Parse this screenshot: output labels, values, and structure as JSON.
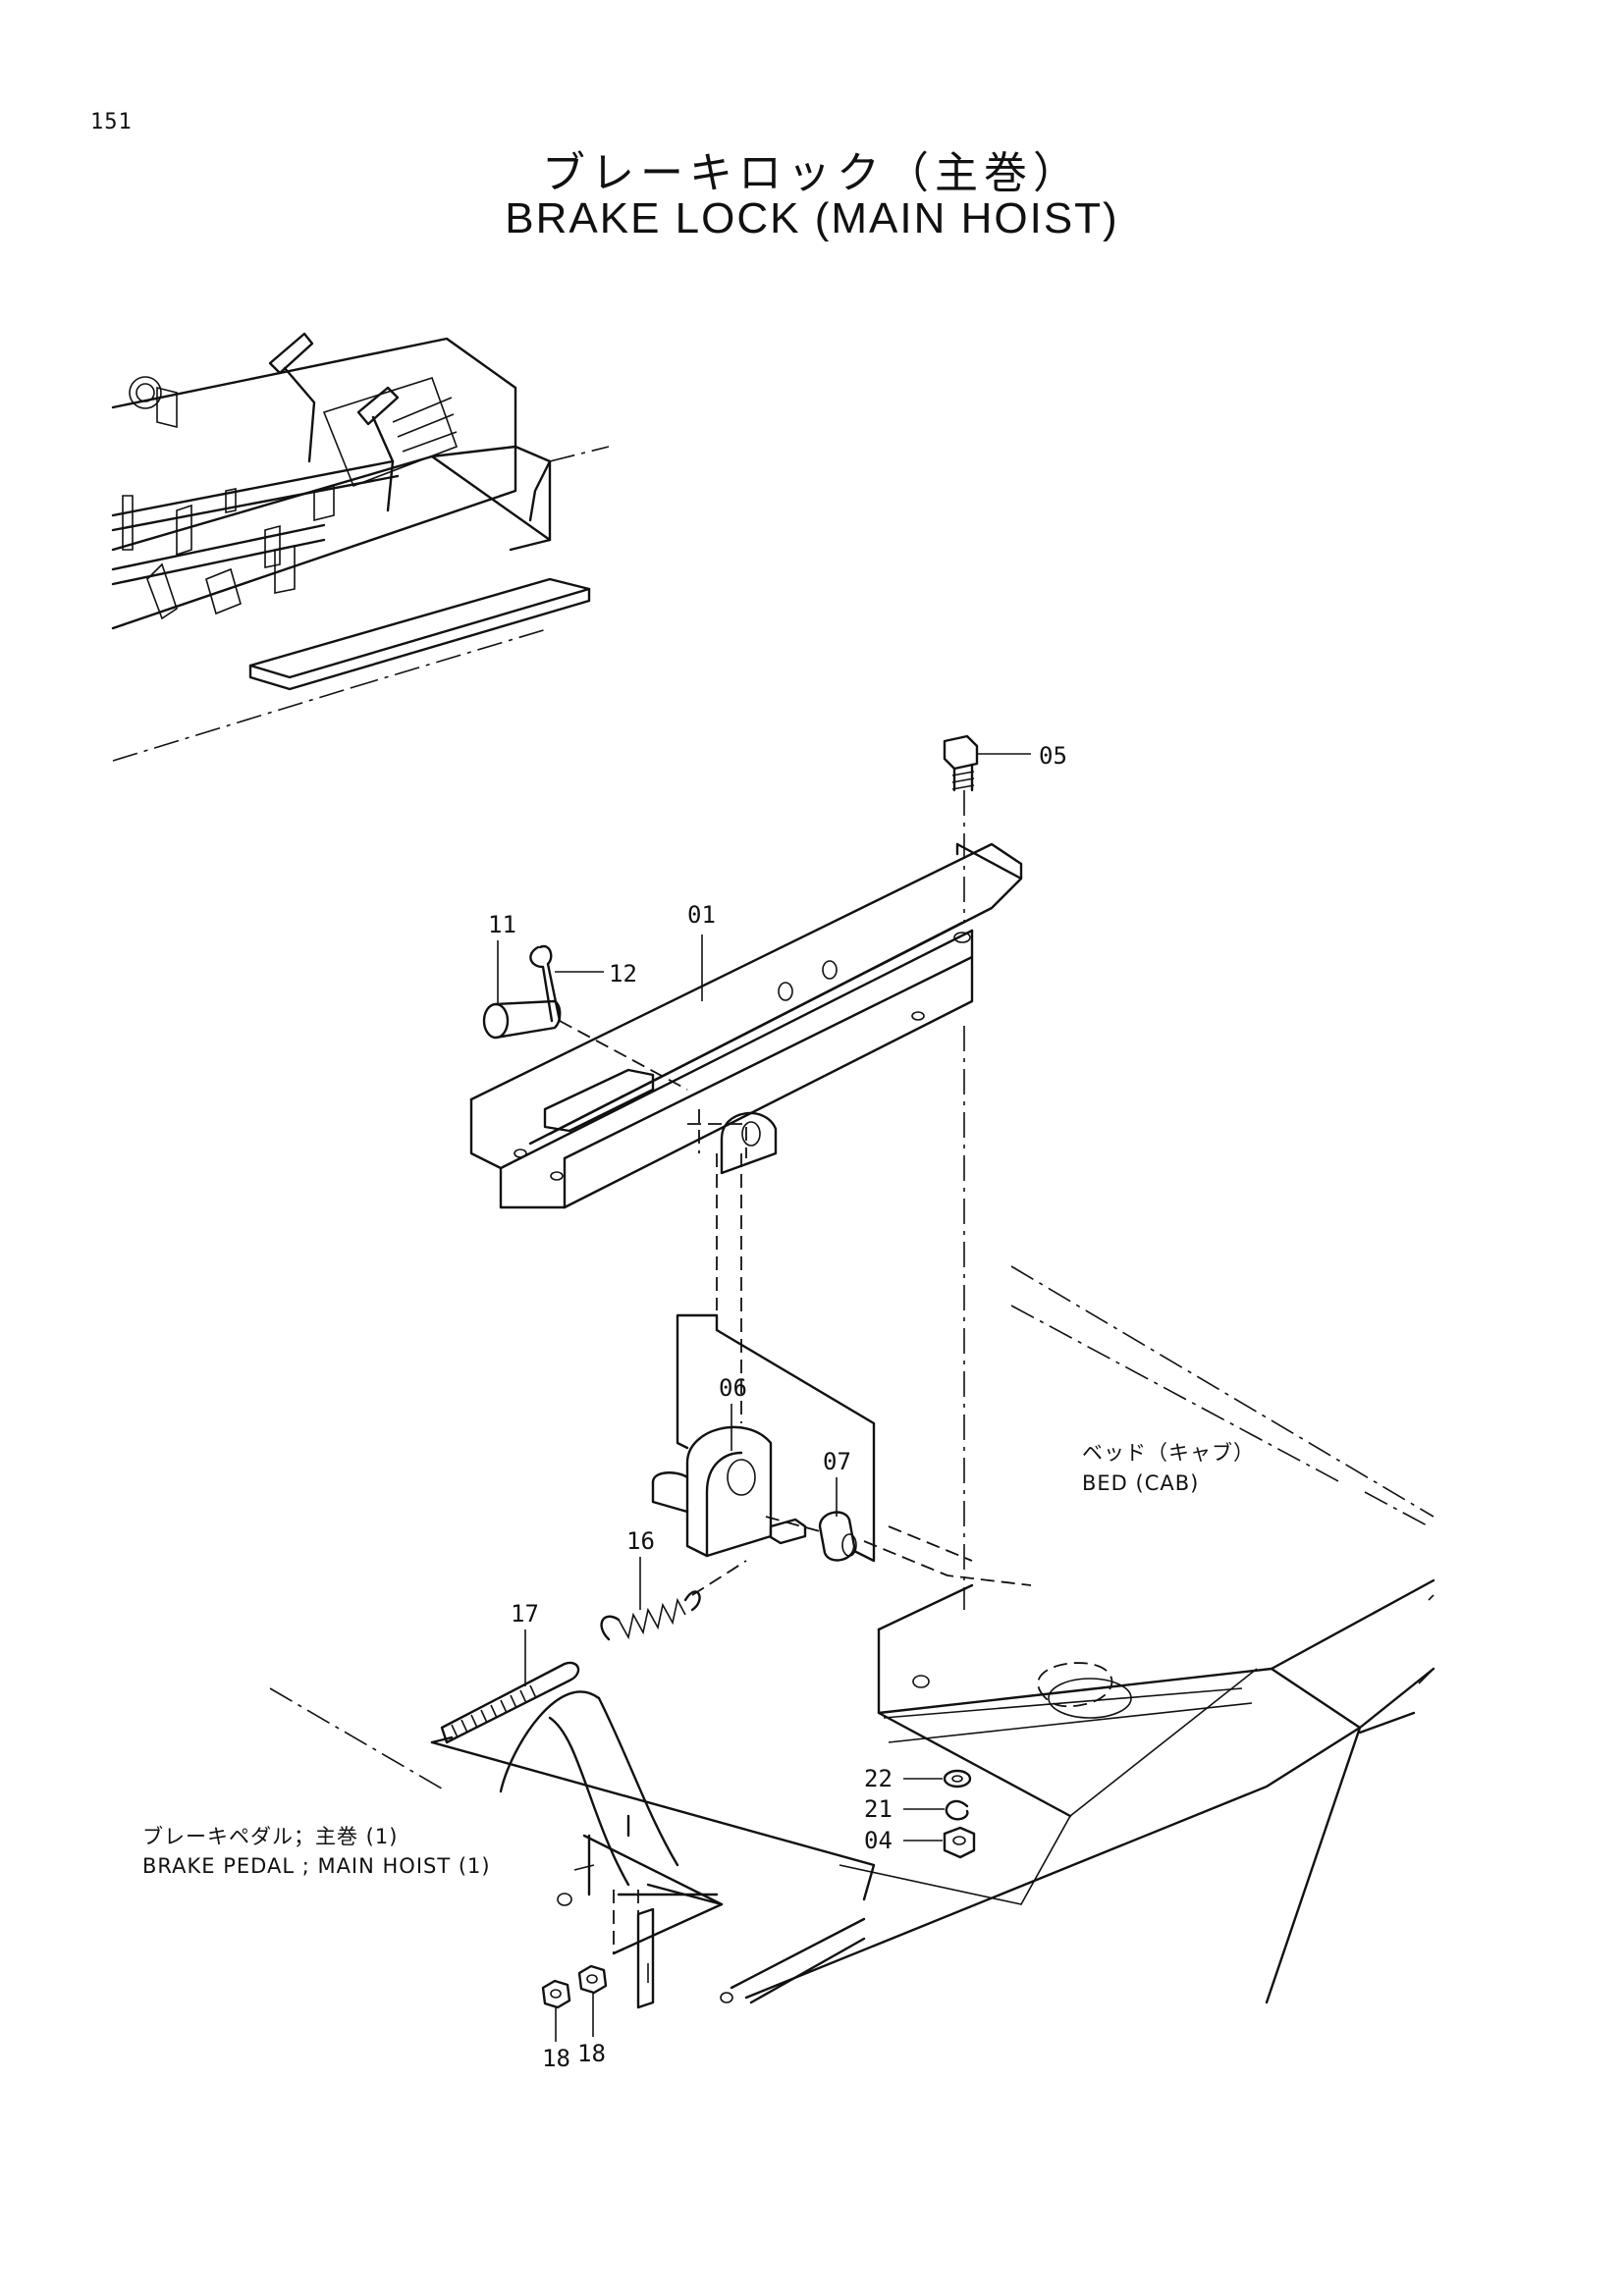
{
  "page": {
    "number": "151"
  },
  "title": {
    "jp": "ブレーキロック（主巻）",
    "en": "BRAKE LOCK (MAIN HOIST)"
  },
  "parts": [
    {
      "id": "01"
    },
    {
      "id": "04"
    },
    {
      "id": "05"
    },
    {
      "id": "06"
    },
    {
      "id": "07"
    },
    {
      "id": "11"
    },
    {
      "id": "12"
    },
    {
      "id": "16"
    },
    {
      "id": "17"
    },
    {
      "id": "18"
    },
    {
      "id": "21"
    },
    {
      "id": "22"
    }
  ],
  "annotations": {
    "bed_cab": {
      "jp": "ベッド（キャブ）",
      "en": "BED (CAB)"
    },
    "brake_pedal": {
      "jp": "ブレーキペダル；主巻 (1)",
      "en": "BRAKE PEDAL ; MAIN HOIST (1)"
    }
  }
}
